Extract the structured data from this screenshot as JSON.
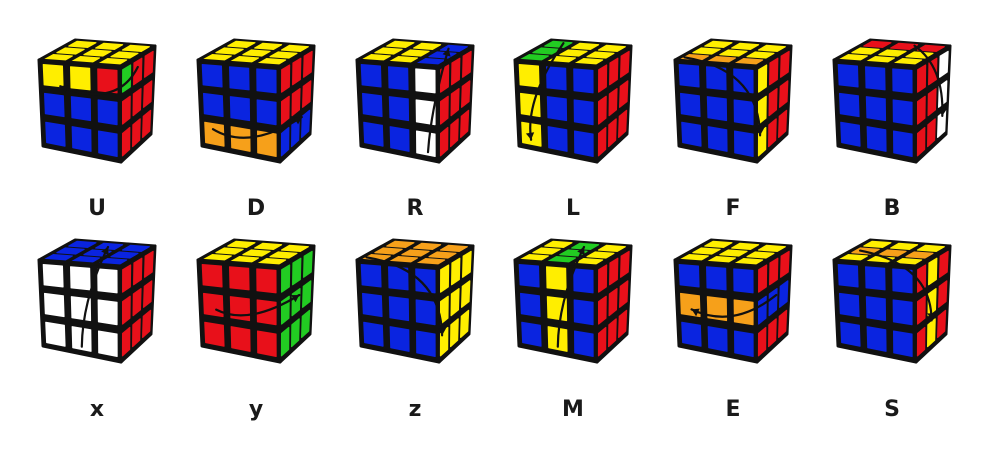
{
  "colors": {
    "W": "#ffffff",
    "Y": "#ffee00",
    "R": "#e8101a",
    "O": "#f6a01a",
    "B": "#0a24e0",
    "G": "#22cc22",
    "outline": "#111111",
    "arrow": "#111111"
  },
  "moves": [
    {
      "label": "U",
      "top": [
        "Y",
        "Y",
        "Y",
        "Y",
        "Y",
        "Y",
        "Y",
        "Y",
        "Y"
      ],
      "front": [
        "Y",
        "Y",
        "R",
        "B",
        "B",
        "B",
        "B",
        "B",
        "B"
      ],
      "right": [
        "G",
        "R",
        "R",
        "R",
        "R",
        "R",
        "R",
        "R",
        "R"
      ],
      "arrow": "hfront-top"
    },
    {
      "label": "D",
      "top": [
        "Y",
        "Y",
        "Y",
        "Y",
        "Y",
        "Y",
        "Y",
        "Y",
        "Y"
      ],
      "front": [
        "B",
        "B",
        "B",
        "B",
        "B",
        "B",
        "O",
        "O",
        "O"
      ],
      "right": [
        "R",
        "R",
        "R",
        "R",
        "R",
        "R",
        "B",
        "B",
        "B"
      ],
      "arrow": "hfront-bottom"
    },
    {
      "label": "R",
      "top": [
        "Y",
        "Y",
        "B",
        "Y",
        "Y",
        "B",
        "Y",
        "Y",
        "B"
      ],
      "front": [
        "B",
        "B",
        "W",
        "B",
        "B",
        "W",
        "B",
        "B",
        "W"
      ],
      "right": [
        "R",
        "R",
        "R",
        "R",
        "R",
        "R",
        "R",
        "R",
        "R"
      ],
      "arrow": "vright-col"
    },
    {
      "label": "L",
      "top": [
        "G",
        "Y",
        "Y",
        "G",
        "Y",
        "Y",
        "G",
        "Y",
        "Y"
      ],
      "front": [
        "Y",
        "B",
        "B",
        "Y",
        "B",
        "B",
        "Y",
        "B",
        "B"
      ],
      "right": [
        "R",
        "R",
        "R",
        "R",
        "R",
        "R",
        "R",
        "R",
        "R"
      ],
      "arrow": "vleft-col"
    },
    {
      "label": "F",
      "top": [
        "Y",
        "Y",
        "Y",
        "Y",
        "Y",
        "Y",
        "O",
        "O",
        "O"
      ],
      "front": [
        "B",
        "B",
        "B",
        "B",
        "B",
        "B",
        "B",
        "B",
        "B"
      ],
      "right": [
        "Y",
        "R",
        "R",
        "Y",
        "R",
        "R",
        "Y",
        "R",
        "R"
      ],
      "arrow": "cw-front"
    },
    {
      "label": "B",
      "top": [
        "R",
        "R",
        "R",
        "Y",
        "Y",
        "Y",
        "Y",
        "Y",
        "Y"
      ],
      "front": [
        "B",
        "B",
        "B",
        "B",
        "B",
        "B",
        "B",
        "B",
        "B"
      ],
      "right": [
        "R",
        "R",
        "W",
        "R",
        "R",
        "W",
        "R",
        "R",
        "W"
      ],
      "arrow": "ccw-back"
    },
    {
      "label": "x",
      "top": [
        "B",
        "B",
        "B",
        "B",
        "B",
        "B",
        "B",
        "B",
        "B"
      ],
      "front": [
        "W",
        "W",
        "W",
        "W",
        "W",
        "W",
        "W",
        "W",
        "W"
      ],
      "right": [
        "R",
        "R",
        "R",
        "R",
        "R",
        "R",
        "R",
        "R",
        "R"
      ],
      "arrow": "vmid-col"
    },
    {
      "label": "y",
      "top": [
        "Y",
        "Y",
        "Y",
        "Y",
        "Y",
        "Y",
        "Y",
        "Y",
        "Y"
      ],
      "front": [
        "R",
        "R",
        "R",
        "R",
        "R",
        "R",
        "R",
        "R",
        "R"
      ],
      "right": [
        "G",
        "G",
        "G",
        "G",
        "G",
        "G",
        "G",
        "G",
        "G"
      ],
      "arrow": "hfront-middle"
    },
    {
      "label": "z",
      "top": [
        "O",
        "O",
        "O",
        "O",
        "O",
        "O",
        "O",
        "O",
        "O"
      ],
      "front": [
        "B",
        "B",
        "B",
        "B",
        "B",
        "B",
        "B",
        "B",
        "B"
      ],
      "right": [
        "Y",
        "Y",
        "Y",
        "Y",
        "Y",
        "Y",
        "Y",
        "Y",
        "Y"
      ],
      "arrow": "cw-front"
    },
    {
      "label": "M",
      "top": [
        "Y",
        "G",
        "Y",
        "Y",
        "G",
        "Y",
        "Y",
        "G",
        "Y"
      ],
      "front": [
        "B",
        "Y",
        "B",
        "B",
        "Y",
        "B",
        "B",
        "Y",
        "B"
      ],
      "right": [
        "R",
        "R",
        "R",
        "R",
        "R",
        "R",
        "R",
        "R",
        "R"
      ],
      "arrow": "vmid-col"
    },
    {
      "label": "E",
      "top": [
        "Y",
        "Y",
        "Y",
        "Y",
        "Y",
        "Y",
        "Y",
        "Y",
        "Y"
      ],
      "front": [
        "B",
        "B",
        "B",
        "O",
        "O",
        "O",
        "B",
        "B",
        "B"
      ],
      "right": [
        "R",
        "R",
        "R",
        "B",
        "B",
        "B",
        "R",
        "R",
        "R"
      ],
      "arrow": "hfront-middle-left"
    },
    {
      "label": "S",
      "top": [
        "Y",
        "Y",
        "Y",
        "O",
        "O",
        "O",
        "Y",
        "Y",
        "Y"
      ],
      "front": [
        "B",
        "B",
        "B",
        "B",
        "B",
        "B",
        "B",
        "B",
        "B"
      ],
      "right": [
        "R",
        "Y",
        "R",
        "R",
        "Y",
        "R",
        "R",
        "Y",
        "R"
      ],
      "arrow": "cw-mid"
    }
  ]
}
